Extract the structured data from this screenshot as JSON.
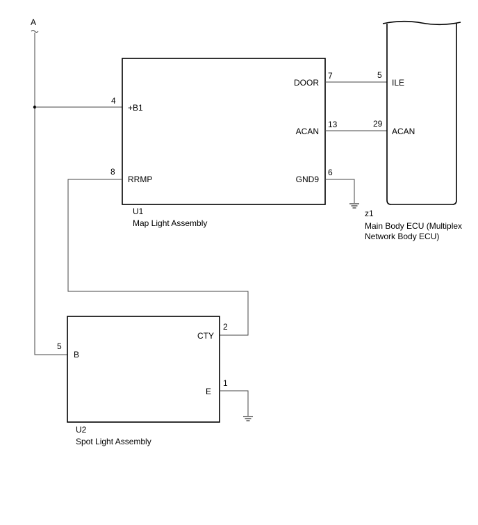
{
  "connector": {
    "label": "A"
  },
  "u1": {
    "id": "U1",
    "name": "Map Light Assembly",
    "terminals": {
      "b1": {
        "name": "+B1",
        "pin": "4"
      },
      "rrmp": {
        "name": "RRMP",
        "pin": "8"
      },
      "door": {
        "name": "DOOR",
        "pin": "7"
      },
      "acan": {
        "name": "ACAN",
        "pin": "13"
      },
      "gnd9": {
        "name": "GND9",
        "pin": "6"
      }
    }
  },
  "z1": {
    "id": "z1",
    "name_line1": "Main Body ECU (Multiplex",
    "name_line2": "Network Body ECU)",
    "terminals": {
      "ile": {
        "name": "ILE",
        "pin": "5"
      },
      "acan": {
        "name": "ACAN",
        "pin": "29"
      }
    }
  },
  "u2": {
    "id": "U2",
    "name": "Spot Light Assembly",
    "terminals": {
      "b": {
        "name": "B",
        "pin": "5"
      },
      "cty": {
        "name": "CTY",
        "pin": "2"
      },
      "e": {
        "name": "E",
        "pin": "1"
      }
    }
  }
}
